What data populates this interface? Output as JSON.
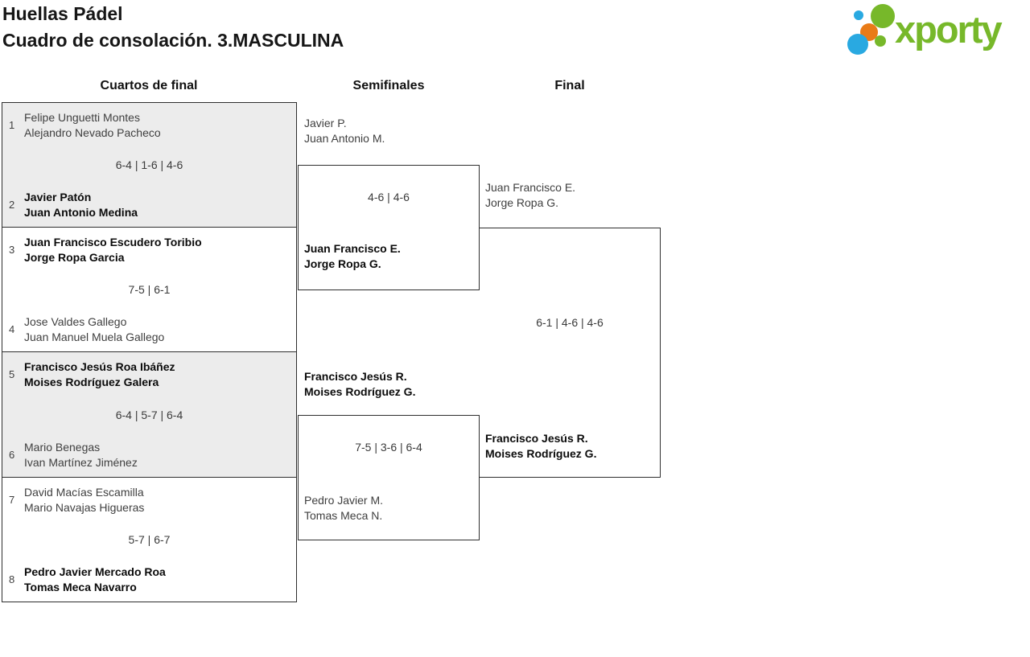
{
  "header": {
    "title_line1": "Huellas Pádel",
    "title_line2": "Cuadro de consolación. 3.MASCULINA"
  },
  "logo": {
    "text": "xporty",
    "colors": {
      "green": "#77b82a",
      "blue": "#29a9e1",
      "orange": "#e97b17"
    }
  },
  "columns": {
    "quarterfinals": "Cuartos de final",
    "semifinals": "Semifinales",
    "final": "Final"
  },
  "colors": {
    "shaded_match_bg": "#ececec",
    "border": "#2e2e2e",
    "winner_text": "#0b0b0b",
    "normal_text": "#3f3f3f"
  },
  "bracket": {
    "quarterfinals": [
      {
        "seed_top": "1",
        "team_top": [
          "Felipe Unguetti Montes",
          "Alejandro Nevado Pacheco"
        ],
        "score": "6-4 | 1-6 | 4-6",
        "seed_bottom": "2",
        "team_bottom": [
          "Javier Patón",
          "Juan Antonio Medina"
        ],
        "winner": "bottom",
        "shaded": true
      },
      {
        "seed_top": "3",
        "team_top": [
          "Juan Francisco Escudero Toribio",
          "Jorge Ropa Garcia"
        ],
        "score": "7-5 | 6-1",
        "seed_bottom": "4",
        "team_bottom": [
          "Jose Valdes Gallego",
          "Juan Manuel Muela Gallego"
        ],
        "winner": "top",
        "shaded": false
      },
      {
        "seed_top": "5",
        "team_top": [
          "Francisco Jesús Roa Ibáñez",
          "Moises Rodríguez Galera"
        ],
        "score": "6-4 | 5-7 | 6-4",
        "seed_bottom": "6",
        "team_bottom": [
          "Mario Benegas",
          "Ivan Martínez Jiménez"
        ],
        "winner": "top",
        "shaded": true
      },
      {
        "seed_top": "7",
        "team_top": [
          "David Macías Escamilla",
          "Mario Navajas Higueras"
        ],
        "score": "5-7 | 6-7",
        "seed_bottom": "8",
        "team_bottom": [
          "Pedro Javier Mercado Roa",
          "Tomas Meca Navarro"
        ],
        "winner": "bottom",
        "shaded": false
      }
    ],
    "semifinals": [
      {
        "team_top": [
          "Javier P.",
          "Juan Antonio M."
        ],
        "score": "4-6 | 4-6",
        "team_bottom": [
          "Juan Francisco E.",
          "Jorge Ropa G."
        ],
        "winner": "bottom"
      },
      {
        "team_top": [
          "Francisco Jesús R.",
          "Moises Rodríguez G."
        ],
        "score": "7-5 | 3-6 | 6-4",
        "team_bottom": [
          "Pedro Javier M.",
          "Tomas Meca N."
        ],
        "winner": "top"
      }
    ],
    "final": {
      "team_top": [
        "Juan Francisco E.",
        "Jorge Ropa G."
      ],
      "score": "6-1 | 4-6 | 4-6",
      "team_bottom": [
        "Francisco Jesús R.",
        "Moises Rodríguez G."
      ],
      "winner": "bottom"
    }
  }
}
